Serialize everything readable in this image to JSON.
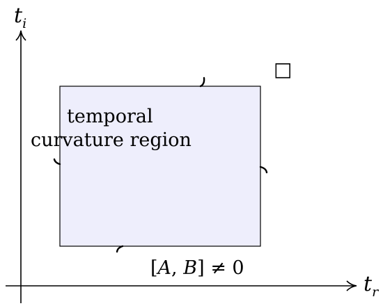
{
  "axes": {
    "y_label": {
      "main": "t",
      "sub": "i"
    },
    "x_label": {
      "main": "t",
      "sub": "r"
    }
  },
  "region": {
    "label_line1": "temporal",
    "label_line2": "curvature region",
    "fill": "#eeeefc",
    "stroke": "#000000"
  },
  "commutator": {
    "open": "[",
    "a": "A",
    "sep": ", ",
    "b": "B",
    "close": "]",
    "relation": " ≠ 0"
  },
  "qed_symbol": "□"
}
